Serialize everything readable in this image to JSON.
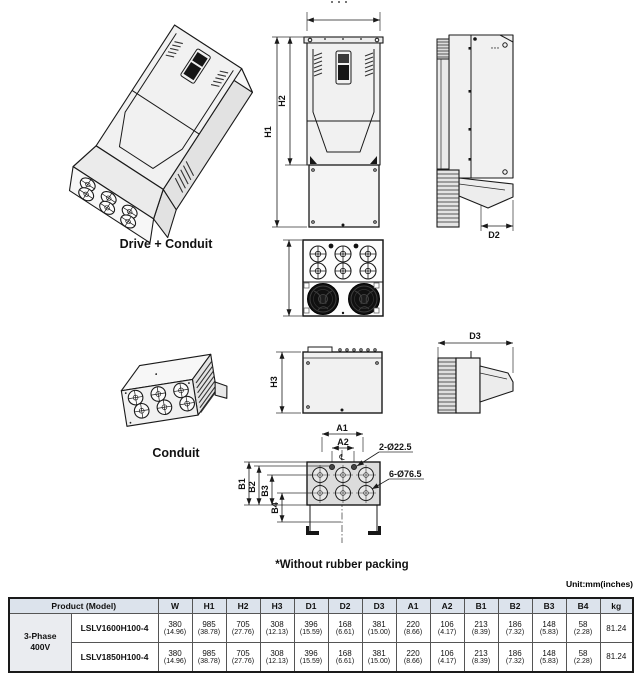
{
  "labels": {
    "drive_conduit": "Drive + Conduit",
    "conduit": "Conduit",
    "note": "*Without rubber packing",
    "unit": "Unit:mm(inches)",
    "h1": "H1",
    "h2": "H2",
    "h3": "H3",
    "d2": "D2",
    "d3": "D3",
    "a1": "A1",
    "a2": "A2",
    "b1": "B1",
    "b2": "B2",
    "b3": "B3",
    "b4": "B4",
    "centerline": "℄",
    "holes_small": "2-Ø22.5",
    "holes_large": "6-Ø76.5"
  },
  "colors": {
    "line": "#1a1a1a",
    "header_bg": "#dce3ec",
    "group_bg": "#eaecf0",
    "plate_gray": "#dcdcdc"
  },
  "table": {
    "headers": [
      "Product (Model)",
      "W",
      "H1",
      "H2",
      "H3",
      "D1",
      "D2",
      "D3",
      "A1",
      "A2",
      "B1",
      "B2",
      "B3",
      "B4",
      "kg"
    ],
    "group_label": "3-Phase\n400V",
    "rows": [
      {
        "model": "LSLV1600H100-4",
        "values_mm": [
          "380",
          "985",
          "705",
          "308",
          "396",
          "168",
          "381",
          "220",
          "106",
          "213",
          "186",
          "148",
          "58"
        ],
        "values_in": [
          "(14.96)",
          "(38.78)",
          "(27.76)",
          "(12.13)",
          "(15.59)",
          "(6.61)",
          "(15.00)",
          "(8.66)",
          "(4.17)",
          "(8.39)",
          "(7.32)",
          "(5.83)",
          "(2.28)"
        ],
        "kg": "81.24"
      },
      {
        "model": "LSLV1850H100-4",
        "values_mm": [
          "380",
          "985",
          "705",
          "308",
          "396",
          "168",
          "381",
          "220",
          "106",
          "213",
          "186",
          "148",
          "58"
        ],
        "values_in": [
          "(14.96)",
          "(38.78)",
          "(27.76)",
          "(12.13)",
          "(15.59)",
          "(6.61)",
          "(15.00)",
          "(8.66)",
          "(4.17)",
          "(8.39)",
          "(7.32)",
          "(5.83)",
          "(2.28)"
        ],
        "kg": "81.24"
      }
    ]
  }
}
